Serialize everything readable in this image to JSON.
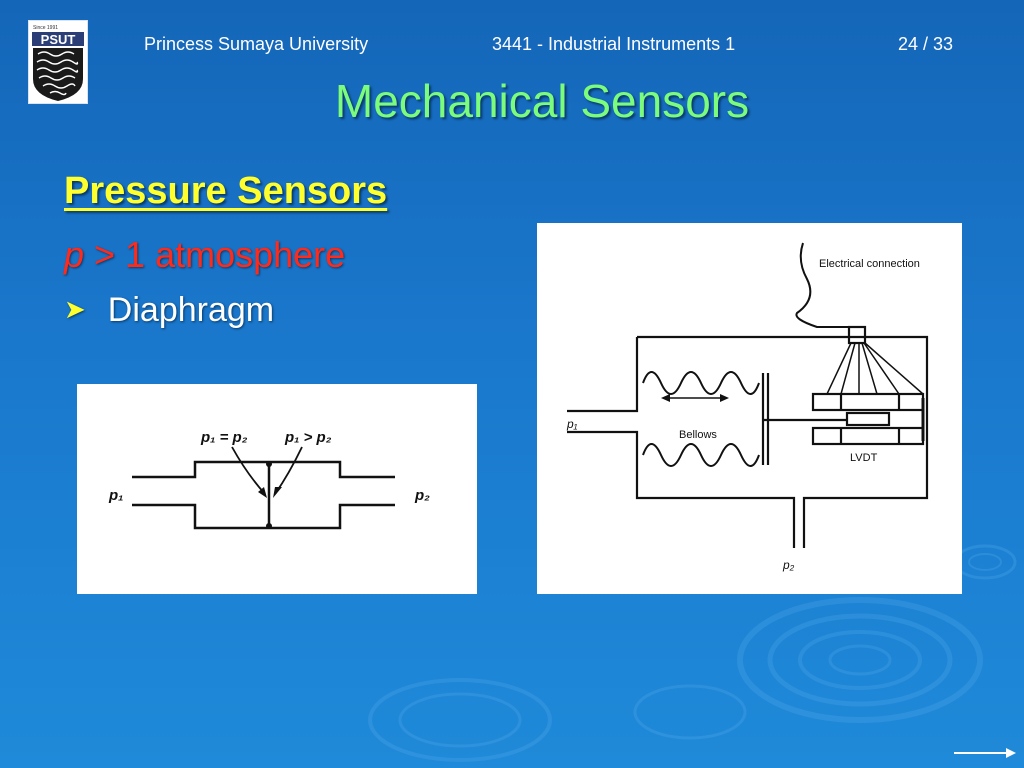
{
  "header": {
    "university": "Princess Sumaya University",
    "course": "3441 - Industrial Instruments 1",
    "page": "24 / 33"
  },
  "logo": {
    "text": "PSUT",
    "since": "Since 1991"
  },
  "slide": {
    "title": "Mechanical Sensors",
    "subheading": "Pressure Sensors",
    "condition": {
      "variable": "p",
      "rest": " > 1 atmosphere"
    },
    "bullets": [
      "Diaphragm"
    ]
  },
  "figure_diaphragm": {
    "label_equal": "p₁ = p₂",
    "label_greater": "p₁ > p₂",
    "label_p1": "p₁",
    "label_p2": "p₂"
  },
  "figure_bellows": {
    "label_electrical": "Electrical connection",
    "label_bellows": "Bellows",
    "label_lvdt": "LVDT",
    "label_p1": "p₁",
    "label_p2": "p₂"
  },
  "icons": {
    "bullet": "chevron-right-icon",
    "nav": "next-arrow-icon"
  },
  "colors": {
    "title": "#7CFC7C",
    "subheading": "#ffff2e",
    "condition": "#ff2a1a",
    "background": "#1a78cc"
  }
}
